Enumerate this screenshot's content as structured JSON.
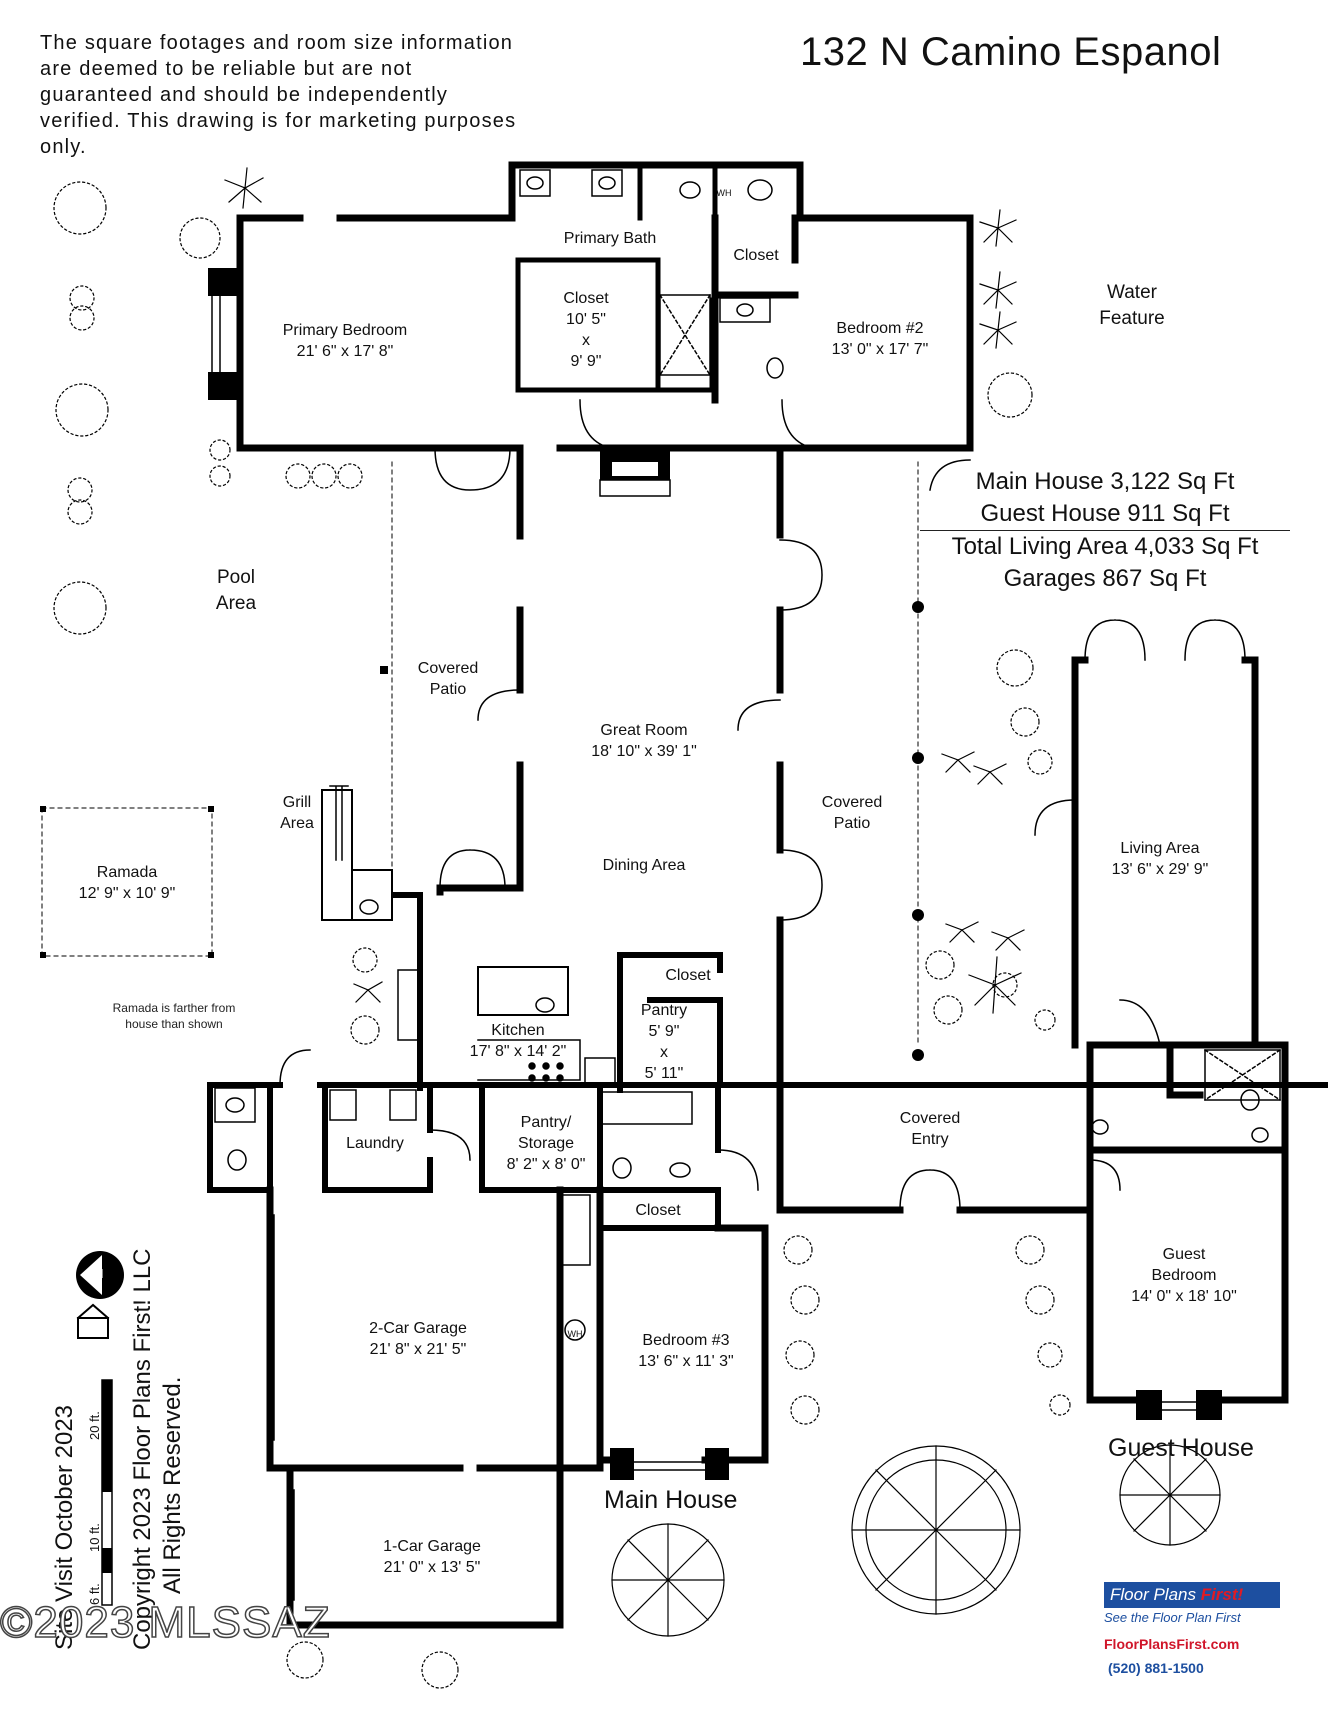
{
  "header": {
    "disclaimer": "The square footages and room size information are deemed to be reliable but are not guaranteed and should be independently verified. This drawing is for marketing purposes only.",
    "address": "132 N Camino Espanol"
  },
  "stats": {
    "main_house": "Main House 3,122 Sq Ft",
    "guest_house": "Guest House  911 Sq Ft",
    "total": "Total Living Area 4,033 Sq Ft",
    "garages": "Garages 867 Sq Ft"
  },
  "rooms": {
    "primary_bath": "Primary Bath",
    "closet_top": "Closet",
    "primary_closet": {
      "name": "Closet",
      "w": "10' 5\"",
      "x": "x",
      "h": "9' 9\""
    },
    "primary_bedroom": {
      "name": "Primary Bedroom",
      "size": "21' 6\" x 17' 8\""
    },
    "bedroom2": {
      "name": "Bedroom #2",
      "size": "13' 0\" x 17' 7\""
    },
    "water_feature": [
      "Water",
      "Feature"
    ],
    "pool_area": [
      "Pool",
      "Area"
    ],
    "covered_patio_left": [
      "Covered",
      "Patio"
    ],
    "great_room": {
      "name": "Great Room",
      "size": "18' 10\" x 39' 1\""
    },
    "covered_patio_right": [
      "Covered",
      "Patio"
    ],
    "grill_area": [
      "Grill",
      "Area"
    ],
    "ramada": {
      "name": "Ramada",
      "size": "12' 9\" x 10' 9\""
    },
    "ramada_note": [
      "Ramada is farther from",
      "house than shown"
    ],
    "dining_area": "Dining Area",
    "living_area": {
      "name": "Living Area",
      "size": "13' 6\" x 29' 9\""
    },
    "closet_kitchen": "Closet",
    "pantry": {
      "name": "Pantry",
      "w": "5' 9\"",
      "x": "x",
      "h": "5' 11\""
    },
    "kitchen": {
      "name": "Kitchen",
      "size": "17' 8\" x 14' 2\""
    },
    "laundry": "Laundry",
    "pantry_storage": {
      "name": "Pantry/",
      "name2": "Storage",
      "size": "8' 2\" x 8' 0\""
    },
    "covered_entry": [
      "Covered",
      "Entry"
    ],
    "closet_bed3": "Closet",
    "guest_bedroom": {
      "name": "Guest",
      "name2": "Bedroom",
      "size": "14' 0\" x 18' 10\""
    },
    "two_car_garage": {
      "name": "2-Car Garage",
      "size": "21' 8\" x 21' 5\""
    },
    "bedroom3": {
      "name": "Bedroom #3",
      "size": "13' 6\" x 11' 3\""
    },
    "one_car_garage": {
      "name": "1-Car Garage",
      "size": "21' 0\" x 13' 5\""
    },
    "wh": "WH"
  },
  "sections": {
    "main_house": "Main House",
    "guest_house": "Guest House"
  },
  "side": {
    "visit": "Site Visit October 2023",
    "copyright": "Copyright 2023 Floor Plans First! LLC",
    "rights": "All Rights Reserved.",
    "scale": [
      "6 ft.",
      "10 ft.",
      "20 ft."
    ],
    "north": "N"
  },
  "brand": {
    "logo_main": "Floor Plans ",
    "logo_first": "First!",
    "tagline": "See the Floor Plan First",
    "site": "FloorPlansFirst.com",
    "phone": "(520) 881-1500"
  },
  "watermark": "©2023 MLSSAZ",
  "colors": {
    "wall": "#000000",
    "brand_blue": "#1d4fa0",
    "brand_red": "#d0162a"
  }
}
